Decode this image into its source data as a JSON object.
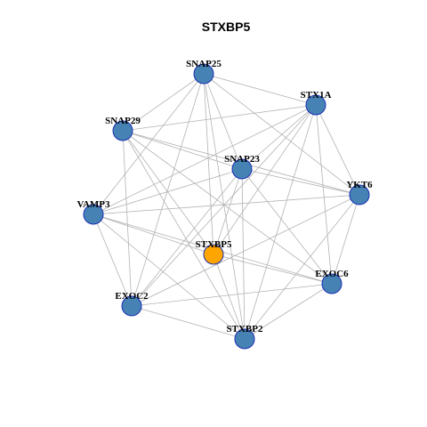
{
  "title": "STXBP5",
  "colors": {
    "node_default": "#4682b4",
    "node_focus": "#ffa500",
    "node_border": "#1a2fb5",
    "edge": "#b3b3b3"
  },
  "focus_node": "STXBP5",
  "nodes": [
    {
      "id": "SNAP25",
      "label": "SNAP25"
    },
    {
      "id": "STX1A",
      "label": "STX1A"
    },
    {
      "id": "SNAP29",
      "label": "SNAP29"
    },
    {
      "id": "SNAP23",
      "label": "SNAP23"
    },
    {
      "id": "YKT6",
      "label": "YKT6"
    },
    {
      "id": "VAMP3",
      "label": "VAMP3"
    },
    {
      "id": "STXBP5",
      "label": "STXBP5"
    },
    {
      "id": "EXOC6",
      "label": "EXOC6"
    },
    {
      "id": "EXOC2",
      "label": "EXOC2"
    },
    {
      "id": "STXBP2",
      "label": "STXBP2"
    }
  ],
  "edges": [
    [
      "SNAP25",
      "STX1A"
    ],
    [
      "SNAP25",
      "SNAP29"
    ],
    [
      "SNAP25",
      "SNAP23"
    ],
    [
      "SNAP25",
      "YKT6"
    ],
    [
      "SNAP25",
      "VAMP3"
    ],
    [
      "SNAP25",
      "STXBP5"
    ],
    [
      "SNAP25",
      "EXOC2"
    ],
    [
      "SNAP25",
      "STXBP2"
    ],
    [
      "STX1A",
      "SNAP29"
    ],
    [
      "STX1A",
      "SNAP23"
    ],
    [
      "STX1A",
      "YKT6"
    ],
    [
      "STX1A",
      "VAMP3"
    ],
    [
      "STX1A",
      "STXBP5"
    ],
    [
      "STX1A",
      "EXOC6"
    ],
    [
      "STX1A",
      "EXOC2"
    ],
    [
      "STX1A",
      "STXBP2"
    ],
    [
      "SNAP29",
      "SNAP23"
    ],
    [
      "SNAP29",
      "YKT6"
    ],
    [
      "SNAP29",
      "STXBP5"
    ],
    [
      "SNAP29",
      "EXOC6"
    ],
    [
      "SNAP29",
      "EXOC2"
    ],
    [
      "SNAP29",
      "STXBP2"
    ],
    [
      "SNAP23",
      "YKT6"
    ],
    [
      "SNAP23",
      "VAMP3"
    ],
    [
      "SNAP23",
      "STXBP5"
    ],
    [
      "SNAP23",
      "EXOC6"
    ],
    [
      "SNAP23",
      "EXOC2"
    ],
    [
      "SNAP23",
      "STXBP2"
    ],
    [
      "YKT6",
      "VAMP3"
    ],
    [
      "YKT6",
      "EXOC6"
    ],
    [
      "YKT6",
      "EXOC2"
    ],
    [
      "YKT6",
      "STXBP2"
    ],
    [
      "VAMP3",
      "STXBP5"
    ],
    [
      "VAMP3",
      "EXOC6"
    ],
    [
      "VAMP3",
      "EXOC2"
    ],
    [
      "VAMP3",
      "STXBP2"
    ],
    [
      "STXBP5",
      "EXOC6"
    ],
    [
      "STXBP5",
      "STXBP2"
    ],
    [
      "EXOC6",
      "EXOC2"
    ],
    [
      "EXOC6",
      "STXBP2"
    ],
    [
      "EXOC2",
      "STXBP2"
    ]
  ]
}
